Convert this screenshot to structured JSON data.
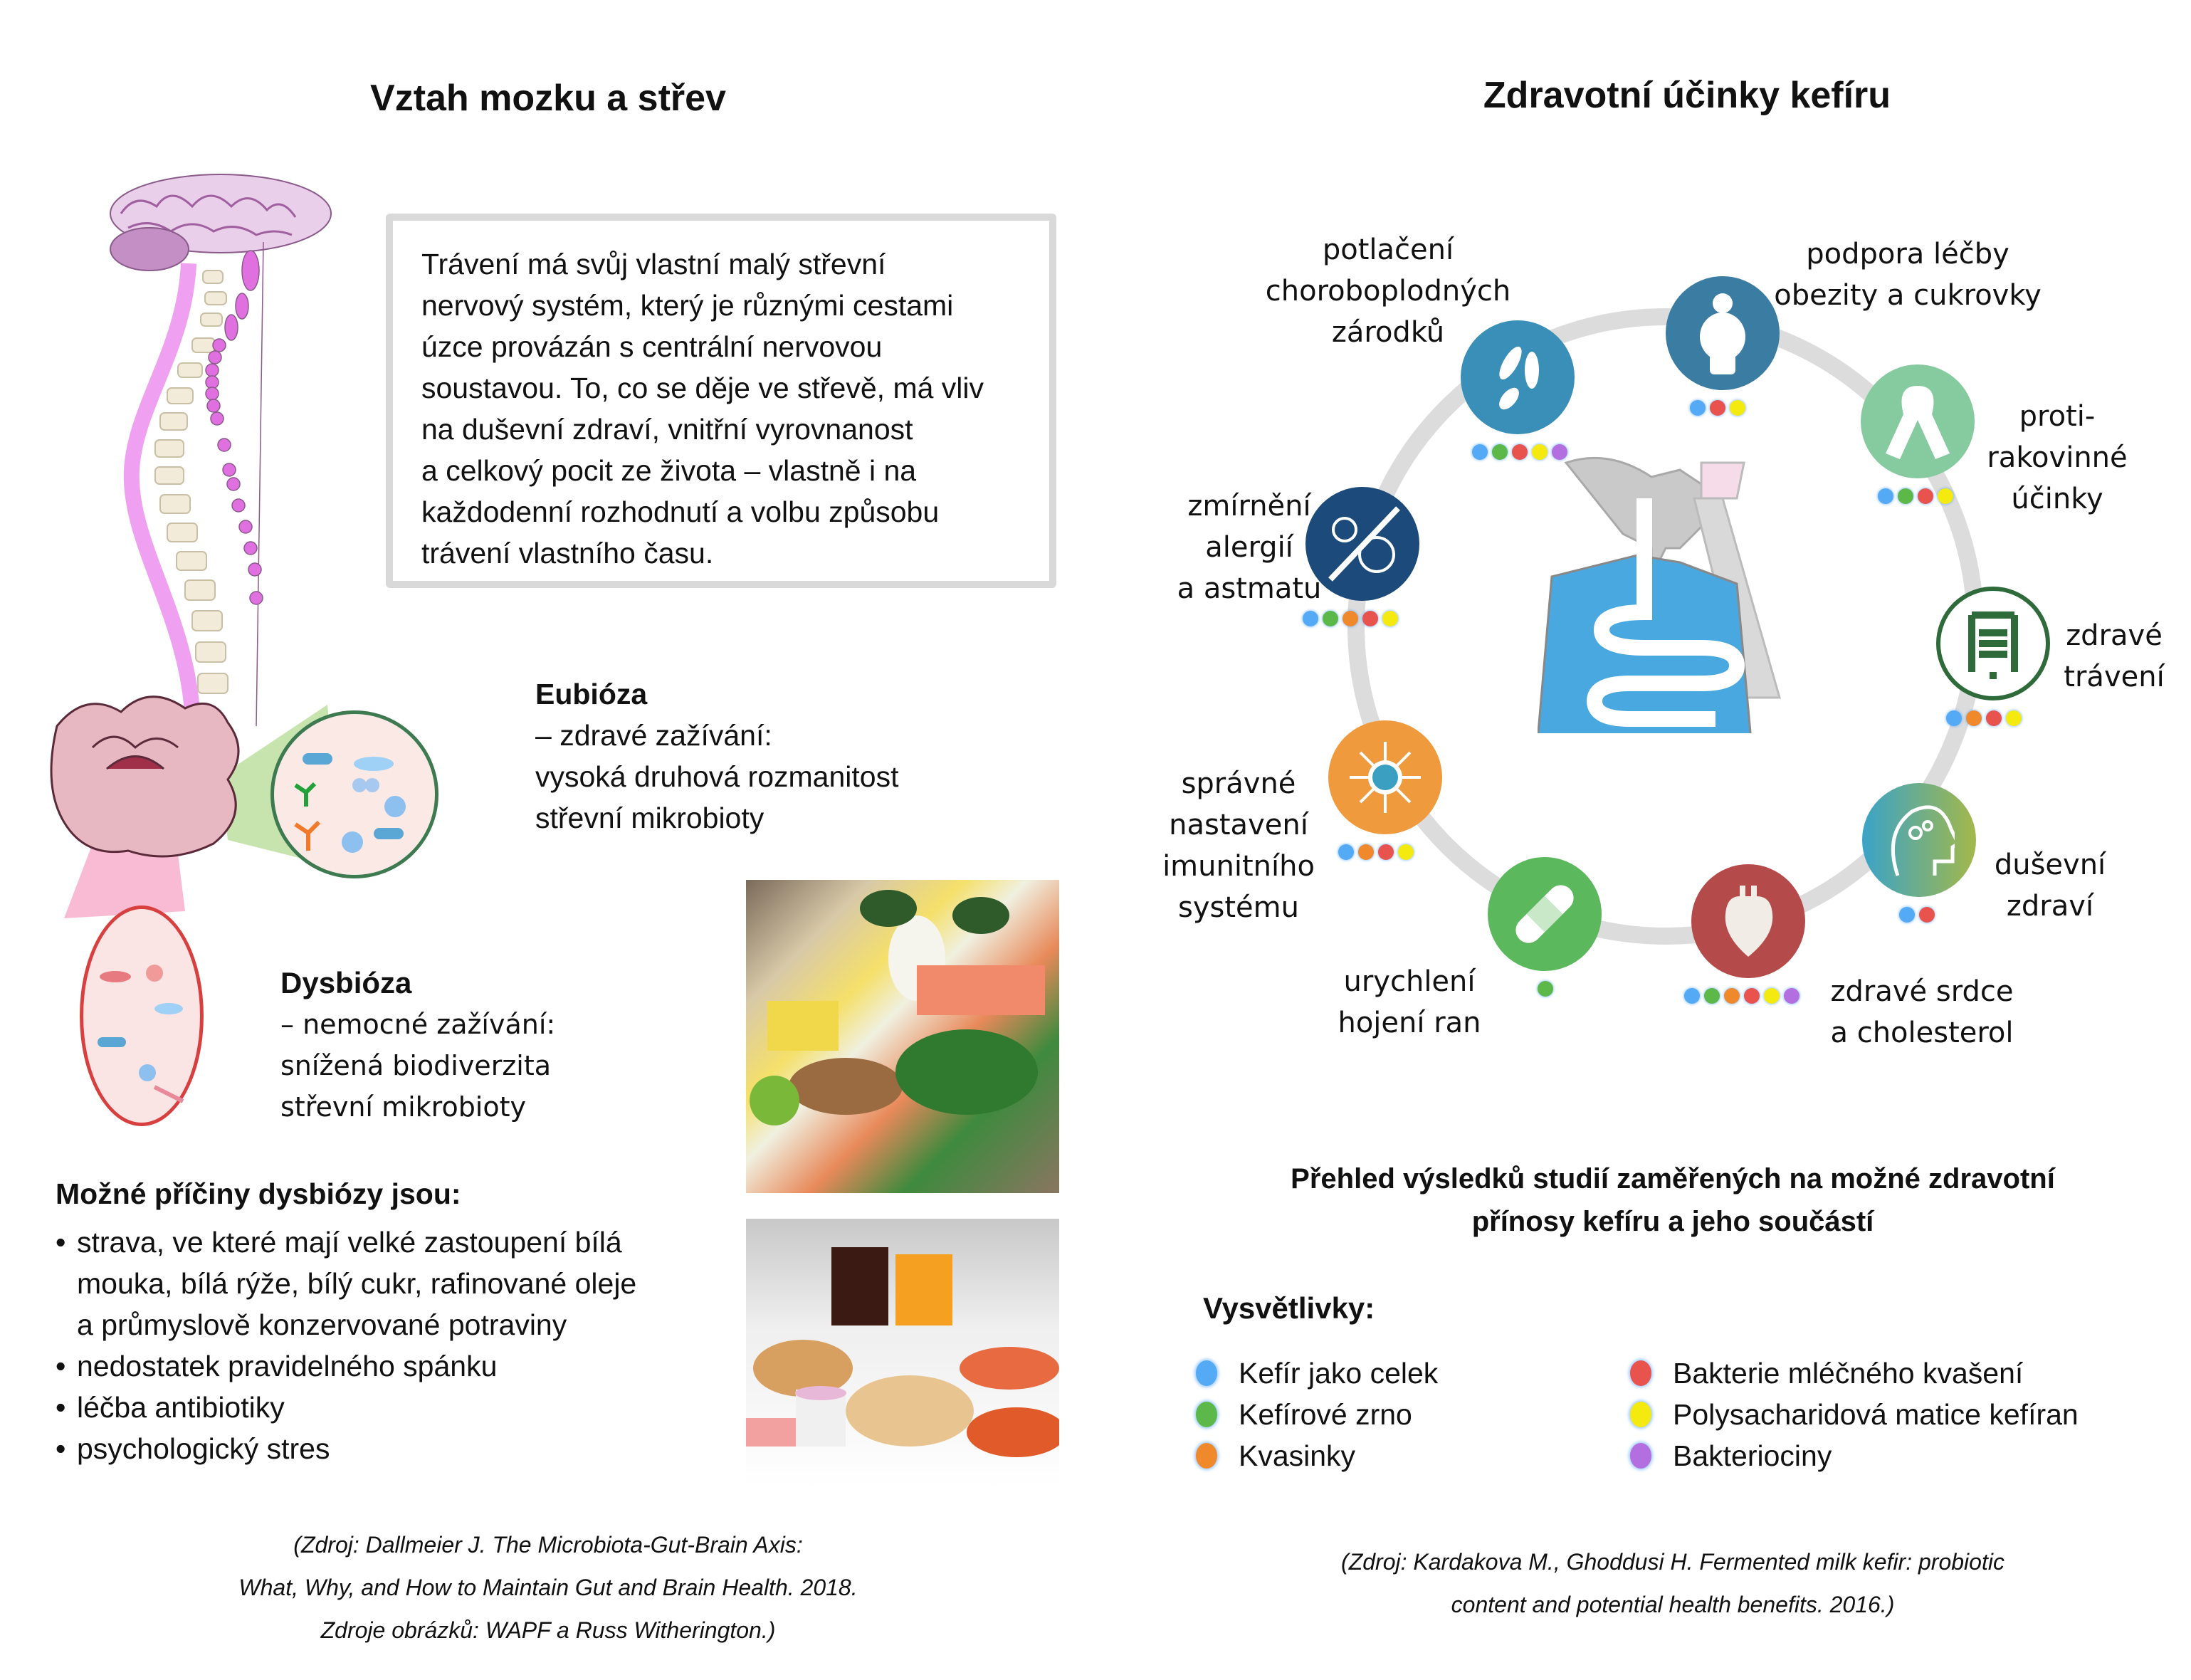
{
  "left": {
    "title": "Vztah mozku a střev",
    "info_text": "Trávení má svůj vlastní malý střevní\nnervový systém, který je různými cestami\núzce provázán s centrální nervovou\nsoustavou. To, co se děje ve střevě, má vliv\nna duševní zdraví, vnitřní vyrovnanost\na celkový pocit ze života – vlastně i na\nkaždodenní rozhodnutí a volbu způsobu\ntrávení vlastního času.",
    "eubioza": {
      "heading": "Eubióza",
      "line1": "– zdravé zažívání:",
      "line2": "vysoká druhová rozmanitost",
      "line3": "střevní mikrobioty"
    },
    "dysbioza": {
      "heading": "Dysbióza",
      "line1": "– nemocné zažívání:",
      "line2": "snížená biodiverzita",
      "line3": "střevní mikrobioty"
    },
    "causes_heading": "Možné příčiny dysbiózy jsou:",
    "causes": [
      "strava, ve které mají velké zastoupení bílá\nmouka, bílá rýže, bílý cukr, rafinované oleje\na průmyslově konzervované potraviny",
      "nedostatek pravidelného spánku",
      "léčba antibiotiky",
      "psychologický stres"
    ],
    "source": "(Zdroj: Dallmeier J. The Microbiota-Gut-Brain Axis:\nWhat, Why, and How to Maintain Gut and Brain Health. 2018.\nZdroje obrázků: WAPF a Russ Witherington.)",
    "images": {
      "healthy_food": "healthy-food-photo",
      "junk_food": "processed-food-photo"
    }
  },
  "right": {
    "title": "Zdravotní účinky kefíru",
    "benefits": [
      {
        "id": "pathogens",
        "label": "potlačení\nchoroboplodných\nzárodků",
        "icon": "bacteria-icon",
        "color": "#3a8fb8",
        "components": [
          "kefir",
          "grain",
          "lab",
          "kefiran",
          "bacteriocins"
        ]
      },
      {
        "id": "obesity",
        "label": "podpora léčby\nobezity a cukrovky",
        "icon": "obese-person-icon",
        "color": "#3b7ca3",
        "components": [
          "kefir",
          "lab",
          "kefiran"
        ]
      },
      {
        "id": "cancer",
        "label": "proti-\nrakovinné\núčinky",
        "icon": "ribbon-icon",
        "color": "#86cba0",
        "components": [
          "kefir",
          "grain",
          "lab",
          "kefiran"
        ]
      },
      {
        "id": "digestion",
        "label": "zdravé\ntrávení",
        "icon": "intestines-icon",
        "color": "#2f6b3a",
        "components": [
          "kefir",
          "yeast",
          "lab",
          "kefiran"
        ]
      },
      {
        "id": "mental",
        "label": "duševní\nzdraví",
        "icon": "head-gears-icon",
        "color": "#3da3b8",
        "components": [
          "kefir",
          "lab"
        ]
      },
      {
        "id": "heart",
        "label": "zdravé srdce\na cholesterol",
        "icon": "heart-icon",
        "color": "#b54a4a",
        "components": [
          "kefir",
          "grain",
          "yeast",
          "lab",
          "kefiran",
          "bacteriocins"
        ]
      },
      {
        "id": "wounds",
        "label": "urychlení\nhojení ran",
        "icon": "bandage-icon",
        "color": "#5cb85c",
        "components": [
          "grain"
        ]
      },
      {
        "id": "immunity",
        "label": "správné\nnastavení\nimunitního\nsystému",
        "icon": "immune-cell-icon",
        "color": "#ef9a3c",
        "components": [
          "kefir",
          "yeast",
          "lab",
          "kefiran"
        ]
      },
      {
        "id": "allergy",
        "label": "zmírnění\nalergií\na astmatu",
        "icon": "allergen-crossed-icon",
        "color": "#1c4a7a",
        "components": [
          "kefir",
          "grain",
          "yeast",
          "lab",
          "kefiran"
        ]
      }
    ],
    "overview_title_line1": "Přehled výsledků studií zaměřených na možné zdravotní",
    "overview_title_line2": "přínosy kefíru a jeho součástí",
    "legend_title": "Vysvětlivky:",
    "legend": [
      {
        "key": "kefir",
        "label": "Kefír jako celek",
        "color": "#55aaf5"
      },
      {
        "key": "grain",
        "label": "Kefírové zrno",
        "color": "#5db84a"
      },
      {
        "key": "yeast",
        "label": "Kvasinky",
        "color": "#f0892b"
      },
      {
        "key": "lab",
        "label": "Bakterie mléčného kvašení",
        "color": "#e8534d"
      },
      {
        "key": "kefiran",
        "label": "Polysacharidová matice kefíran",
        "color": "#f5ea10"
      },
      {
        "key": "bacteriocins",
        "label": "Bakteriociny",
        "color": "#b36ee0"
      }
    ],
    "source": "(Zdroj: Kardakova M., Ghoddusi H. Fermented milk kefir: probiotic\ncontent and potential health benefits. 2016.)"
  }
}
